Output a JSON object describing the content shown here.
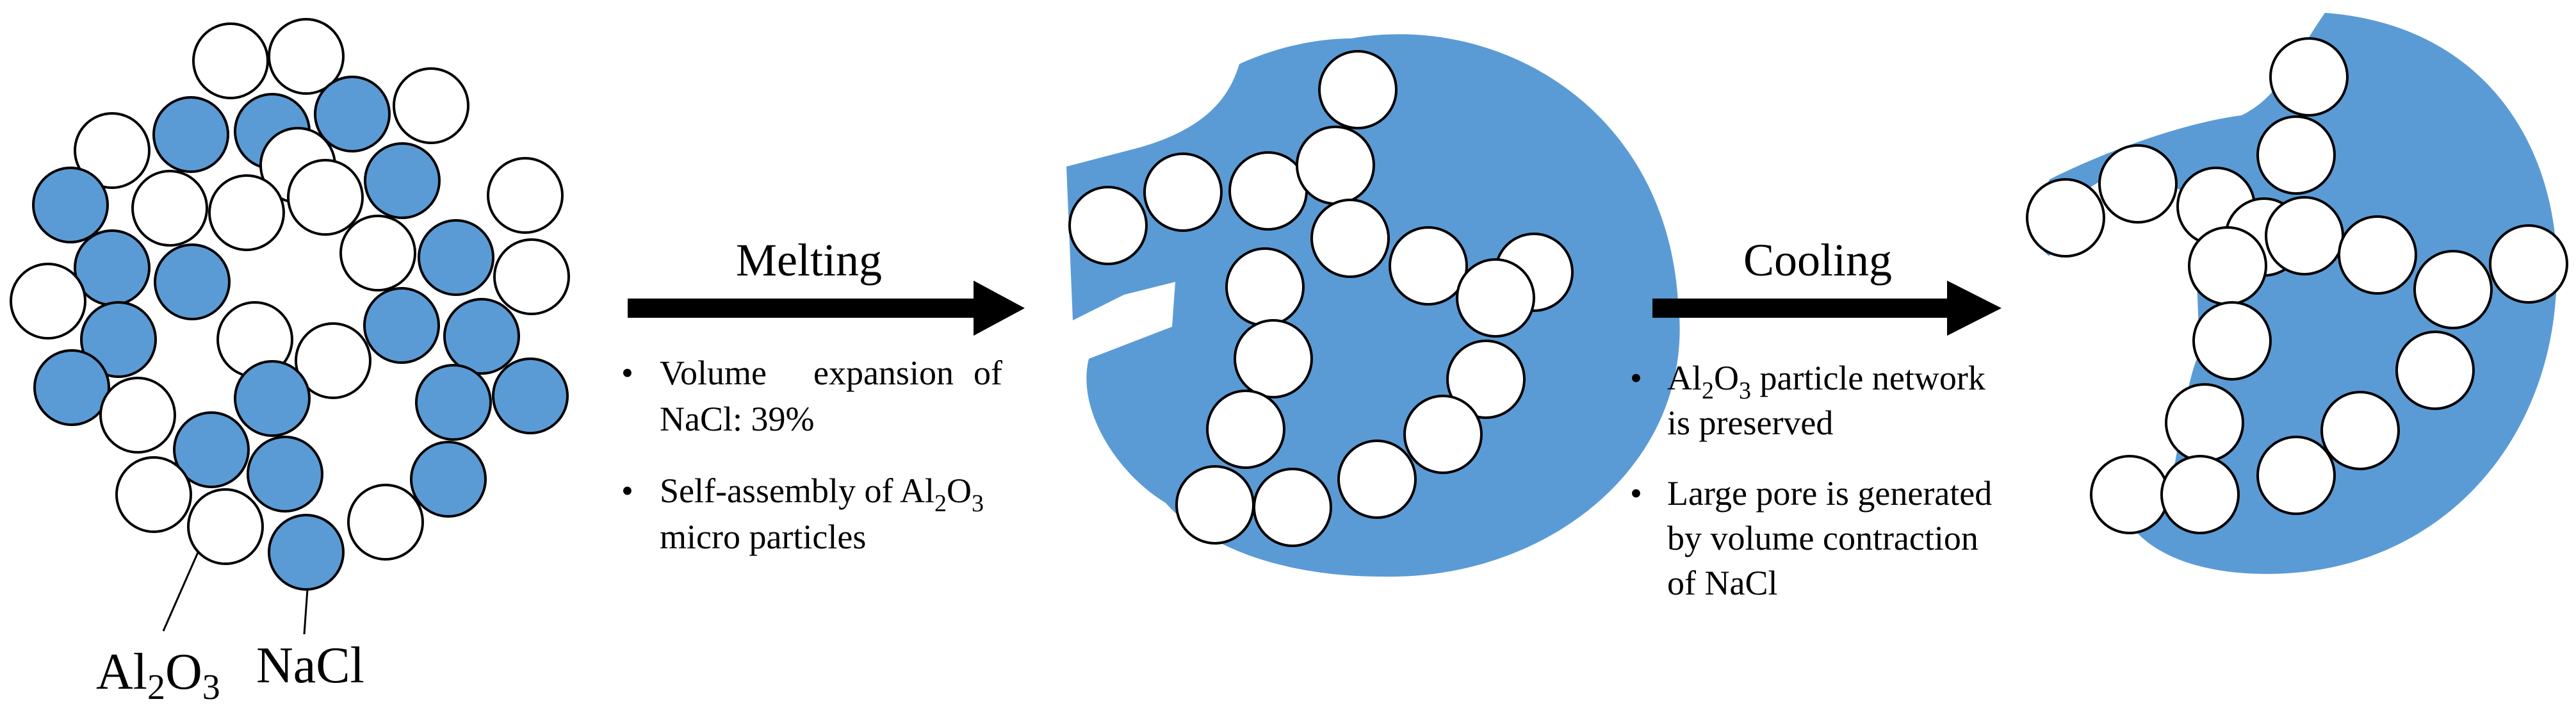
{
  "colors": {
    "nacl": "#5b9bd5",
    "al2o3": "#ffffff",
    "outline": "#000000",
    "arrow": "#000000"
  },
  "legend": {
    "al2o3_main": "Al",
    "al2o3_sub1": "2",
    "al2o3_mid": "O",
    "al2o3_sub2": "3",
    "nacl": "NaCl"
  },
  "steps": [
    {
      "label": "Melting",
      "notes": [
        {
          "bullet": "•",
          "lines": [
            [
              {
                "t": "Volume"
              },
              {
                "t": "expansion"
              },
              {
                "t": "of"
              }
            ],
            [
              {
                "t": "NaCl: 39%"
              }
            ]
          ]
        },
        {
          "bullet": "•",
          "lines": [
            [
              {
                "t": "Self-assembly of Al"
              },
              {
                "t": "2",
                "sub": true
              },
              {
                "t": "O"
              },
              {
                "t": "3",
                "sub": true
              }
            ],
            [
              {
                "t": "micro particles"
              }
            ]
          ]
        }
      ]
    },
    {
      "label": "Cooling",
      "notes": [
        {
          "bullet": "•",
          "lines": [
            [
              {
                "t": "Al"
              },
              {
                "t": "2",
                "sub": true
              },
              {
                "t": "O"
              },
              {
                "t": "3",
                "sub": true
              },
              {
                "t": " particle network"
              }
            ],
            [
              {
                "t": "is preserved"
              }
            ]
          ]
        },
        {
          "bullet": "•",
          "lines": [
            [
              {
                "t": "Large pore is generated"
              }
            ],
            [
              {
                "t": "by volume contraction"
              }
            ],
            [
              {
                "t": "of NaCl"
              }
            ]
          ]
        }
      ]
    }
  ]
}
